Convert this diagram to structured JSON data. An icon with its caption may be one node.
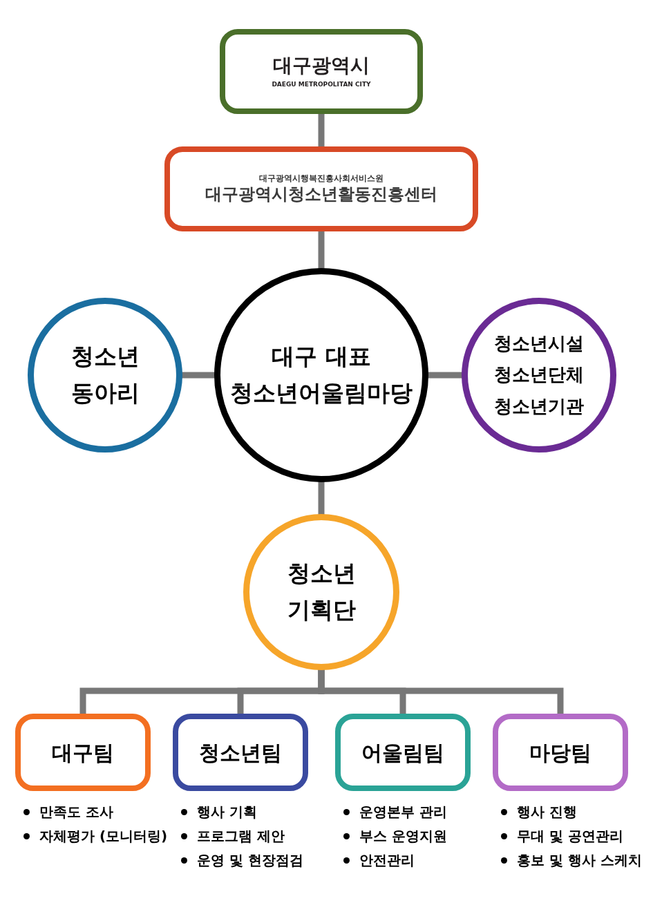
{
  "diagram": {
    "nodes": [
      {
        "text": [
          "대구광역시",
          "DAEGU METROPOLITAN CITY"
        ]
      },
      {
        "text": [
          "대구광역시행복진흥사회서비스원",
          "대구광역시청소년활동진흥센터"
        ]
      },
      {
        "text": [
          "대구 대표 청소년어울림마당"
        ]
      },
      {
        "text": [
          "청소년 동아리"
        ]
      },
      {
        "text": [
          "청소년시설 청소년단체 청소년기관"
        ]
      },
      {
        "text": [
          "청소년 기획단"
        ]
      },
      {
        "text": [
          "대구팀"
        ],
        "beside": [
          "만족도 조사",
          "자체평가 (모니터링)"
        ]
      },
      {
        "text": [
          "청소년팀"
        ],
        "beside": [
          "행사 기획",
          "프로그램 제안",
          "운영 및 현장점검"
        ]
      },
      {
        "text": [
          "어울림팀"
        ],
        "beside": [
          "운영본부 관리",
          "부스 운영지원",
          "안전관리"
        ]
      },
      {
        "text": [
          "마당팀"
        ],
        "beside": [
          "행사 진행",
          "무대 및 공연관리",
          "홍보 및 행사 스케치"
        ]
      }
    ],
    "edges": [
      {
        "from": 0,
        "to": 1,
        "arrow": "none"
      },
      {
        "from": 1,
        "to": 2,
        "arrow": "none"
      },
      {
        "from": 3,
        "to": 2,
        "arrow": "none"
      },
      {
        "from": 2,
        "to": 4,
        "arrow": "none"
      },
      {
        "from": 2,
        "to": 5,
        "arrow": "none"
      },
      {
        "from": 5,
        "to": 6,
        "arrow": "none"
      },
      {
        "from": 5,
        "to": 7,
        "arrow": "none"
      },
      {
        "from": 5,
        "to": 8,
        "arrow": "none"
      },
      {
        "from": 5,
        "to": 9,
        "arrow": "none"
      }
    ]
  }
}
